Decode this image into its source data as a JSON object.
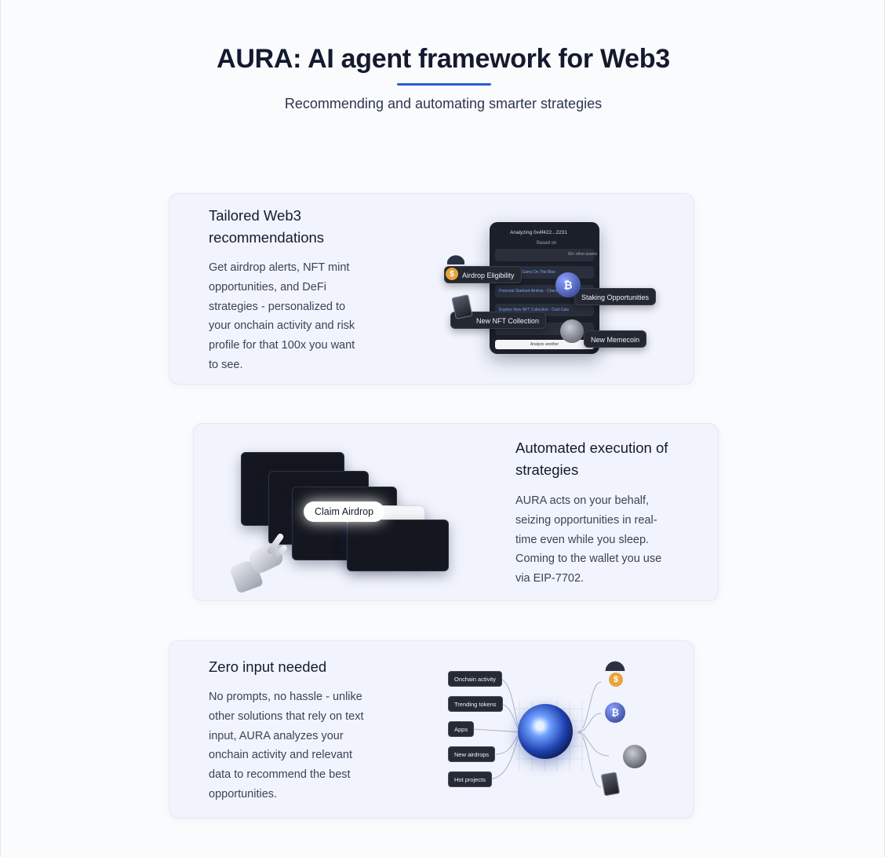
{
  "header": {
    "title": "AURA: AI agent framework for Web3",
    "subtitle": "Recommending and automating smarter strategies"
  },
  "cards": [
    {
      "title_line1": "Tailored Web3",
      "title_line2": "recommendations",
      "body": [
        "Get airdrop alerts, NFT mint",
        "opportunities, and DeFi",
        "strategies - personalized to",
        "your onchain activity and risk",
        "profile for that 100x you want",
        "to see."
      ],
      "illustration": {
        "header": "Analyzing 0x4f422...2231",
        "based_on": "Based on",
        "rows": [
          "Blue Gains On The Rise",
          "Potential Starknet Airdrop - Check",
          "Explore New NFT Collection - Cool Cats"
        ],
        "footer_button": "Analyze another",
        "chips": [
          "Airdrop Eligibility",
          "Staking Opportunities",
          "New NFT Collection",
          "New Memecoin"
        ],
        "assets": "60+ other assets"
      }
    },
    {
      "title_line1": "Automated execution of",
      "title_line2": "strategies",
      "body": [
        "AURA acts on your behalf,",
        "seizing opportunities in real-",
        "time even while you sleep.",
        "Coming to the wallet you use",
        "via EIP-7702."
      ],
      "illustration": {
        "pill": "Claim Airdrop"
      }
    },
    {
      "title_line1": "Zero input needed",
      "body": [
        "No prompts, no hassle - unlike",
        "other solutions that rely on text",
        "input, AURA analyzes your",
        "onchain activity and relevant",
        "data to recommend the best",
        "opportunities."
      ],
      "illustration": {
        "inputs": [
          "Onchain activity",
          "Trending tokens",
          "Apps",
          "New airdrops",
          "Hot projects"
        ]
      }
    }
  ],
  "colors": {
    "accent": "#2d5bd7",
    "card_bg": "#f1f4fc",
    "dark": "#1b1f2a"
  }
}
